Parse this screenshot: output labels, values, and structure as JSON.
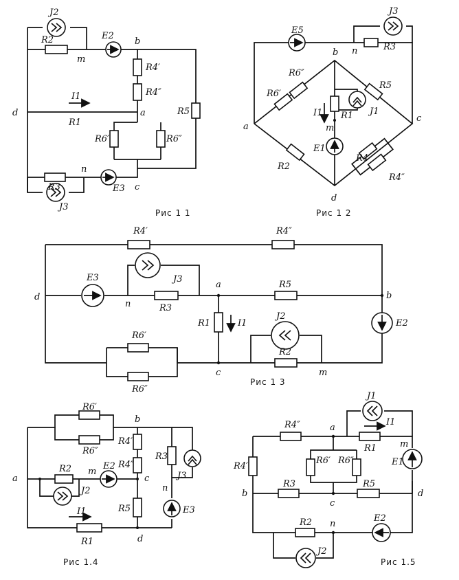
{
  "captions": {
    "f1": "Рис 1 1",
    "f2": "Рис 1 2",
    "f3": "Рис 1 3",
    "f4": "Рис 1.4",
    "f5": "Рис 1.5"
  },
  "fig1": {
    "J2": "J2",
    "R2": "R2",
    "m": "m",
    "E2": "E2",
    "b": "b",
    "R4p": "R4′",
    "R4pp": "R4″",
    "R5": "R5",
    "d": "d",
    "I1": "I1",
    "R1": "R1",
    "a": "a",
    "R6p": "R6′",
    "R6pp": "R6″",
    "R3": "R3",
    "n": "n",
    "E3": "E3",
    "c": "c",
    "J3": "J3"
  },
  "fig2": {
    "E5": "E5",
    "J3": "J3",
    "n": "n",
    "R3": "R3",
    "b": "b",
    "R6pp": "R6″",
    "R5": "R5",
    "R6p": "R6′",
    "I1": "I1",
    "R1": "R1",
    "J1": "J1",
    "a": "a",
    "c": "c",
    "m": "m",
    "E1": "E1",
    "R4p": "R4′",
    "R2": "R2",
    "R4pp": "R4″",
    "d": "d"
  },
  "fig3": {
    "R4p": "R4′",
    "R4pp": "R4″",
    "E3": "E3",
    "J3": "J3",
    "a": "a",
    "R5": "R5",
    "d": "d",
    "n": "n",
    "R3": "R3",
    "b": "b",
    "R1": "R1",
    "I1": "I1",
    "J2": "J2",
    "E2": "E2",
    "R6p": "R6′",
    "R2": "R2",
    "R6pp": "R6″",
    "c": "c",
    "m": "m"
  },
  "fig4": {
    "b": "b",
    "R6p": "R6′",
    "R6pp": "R6″",
    "R4p": "R4′",
    "R4pp": "R4″",
    "R3": "R3",
    "J3": "J3",
    "a": "a",
    "R2": "R2",
    "m": "m",
    "E2": "E2",
    "c": "c",
    "n": "n",
    "J2": "J2",
    "R5": "R5",
    "E3": "E3",
    "I1": "I1",
    "R1": "R1",
    "d": "d"
  },
  "fig5": {
    "J1": "J1",
    "R4pp": "R4″",
    "a": "a",
    "I1": "I1",
    "R1": "R1",
    "m": "m",
    "E1": "E1",
    "R4p": "R4′",
    "R6p": "R6′",
    "R6pp": "R6″",
    "b": "b",
    "R3": "R3",
    "c": "c",
    "R5": "R5",
    "d": "d",
    "R2": "R2",
    "n": "n",
    "E2": "E2",
    "J2": "J2"
  }
}
